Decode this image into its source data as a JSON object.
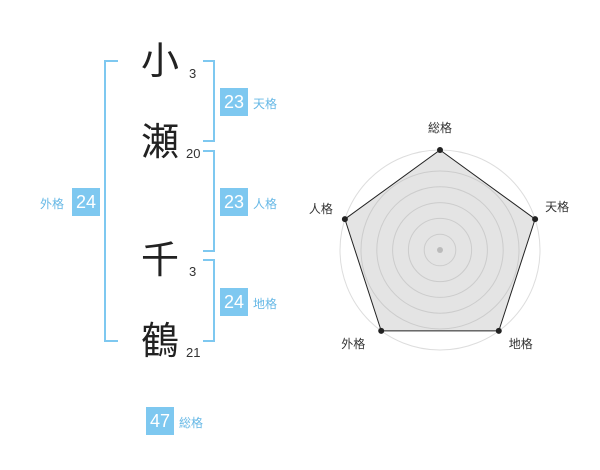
{
  "name": {
    "chars": [
      {
        "char": "小",
        "strokes": "3"
      },
      {
        "char": "瀬",
        "strokes": "20"
      },
      {
        "char": "千",
        "strokes": "3"
      },
      {
        "char": "鶴",
        "strokes": "21"
      }
    ]
  },
  "fortunes": {
    "tenkaku": {
      "value": "23",
      "label": "天格"
    },
    "jinkaku": {
      "value": "23",
      "label": "人格"
    },
    "chikaku": {
      "value": "24",
      "label": "地格"
    },
    "gaikaku": {
      "value": "24",
      "label": "外格"
    },
    "soukaku": {
      "value": "47",
      "label": "総格"
    }
  },
  "radar": {
    "axes": [
      "総格",
      "天格",
      "地格",
      "外格",
      "人格"
    ],
    "values": [
      1.0,
      1.0,
      1.0,
      1.0,
      1.0
    ],
    "rings": 5,
    "colors": {
      "outline": "#222222",
      "fill": "#e4e4e4",
      "ring": "#cccccc",
      "outer_ring": "#dddddd"
    }
  },
  "colors": {
    "accent": "#7ec8f0",
    "accent_text": "#66b8e6"
  }
}
